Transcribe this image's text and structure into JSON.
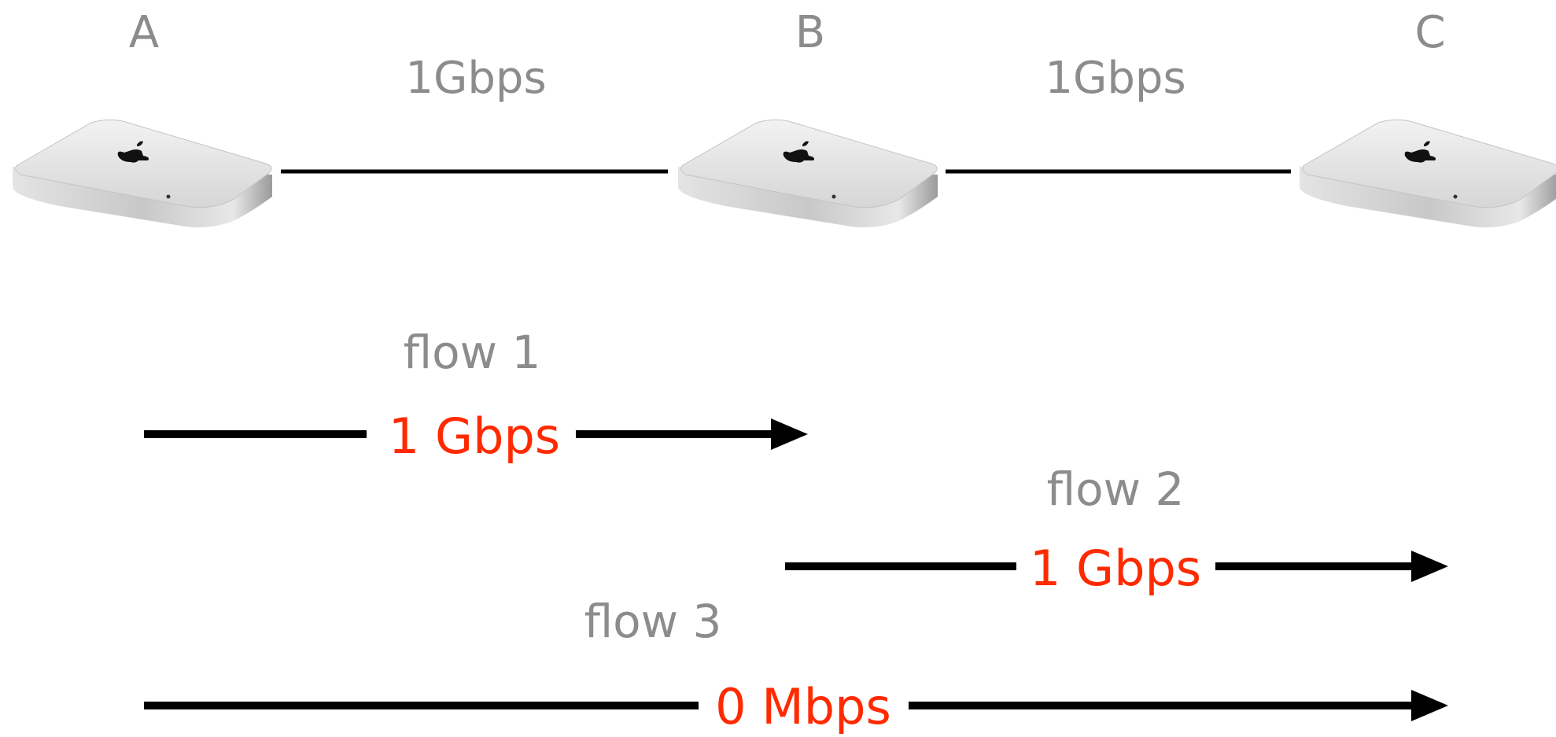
{
  "colors": {
    "label_gray": "#8c8c8c",
    "rate_red": "#ff2a00",
    "line_black": "#000000"
  },
  "nodes": [
    {
      "id": "A",
      "label": "A",
      "icon": "mac-mini-icon"
    },
    {
      "id": "B",
      "label": "B",
      "icon": "mac-mini-icon"
    },
    {
      "id": "C",
      "label": "C",
      "icon": "mac-mini-icon"
    }
  ],
  "links": [
    {
      "from": "A",
      "to": "B",
      "capacity": "1Gbps"
    },
    {
      "from": "B",
      "to": "C",
      "capacity": "1Gbps"
    }
  ],
  "flows": [
    {
      "name": "flow 1",
      "from": "A",
      "to": "B",
      "rate": "1 Gbps"
    },
    {
      "name": "flow 2",
      "from": "B",
      "to": "C",
      "rate": "1 Gbps"
    },
    {
      "name": "flow 3",
      "from": "A",
      "to": "C",
      "rate": "0 Mbps"
    }
  ]
}
